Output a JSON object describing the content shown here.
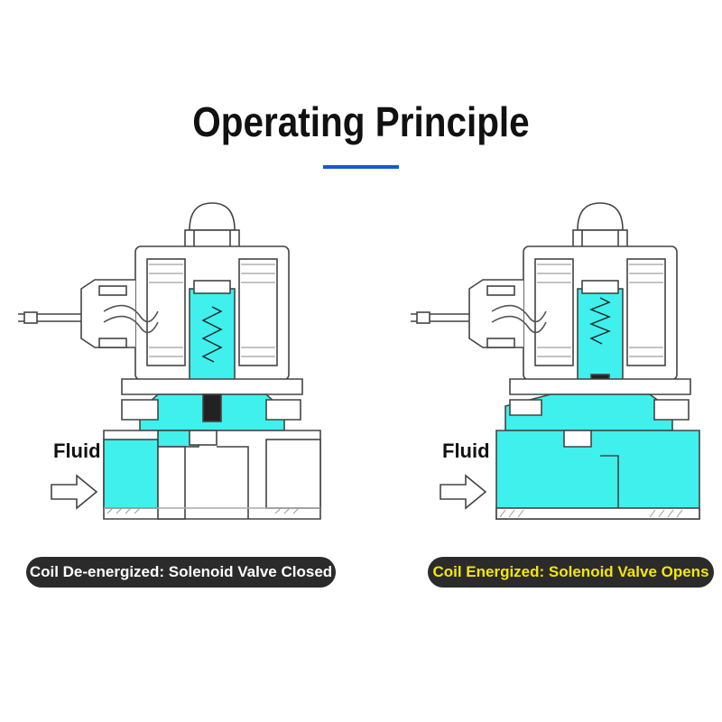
{
  "title": "Operating Principle",
  "accent_color": "#1a55d6",
  "fluid_color": "#3ff0ec",
  "left_panel": {
    "fluid_label": "Fluid",
    "caption": "Coil De-energized: Solenoid Valve Closed",
    "caption_color": "#ffffff",
    "state": "closed"
  },
  "right_panel": {
    "fluid_label": "Fluid",
    "caption": "Coil Energized: Solenoid Valve Opens",
    "caption_color": "#f5e60a",
    "state": "open"
  }
}
